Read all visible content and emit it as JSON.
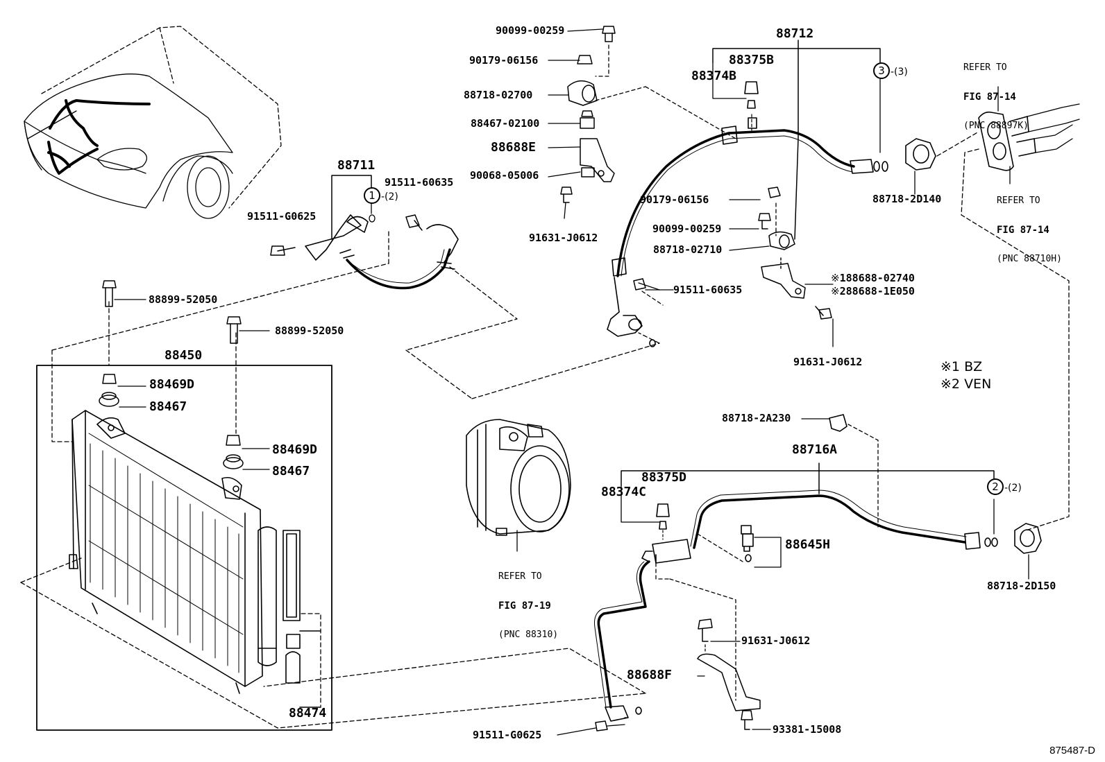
{
  "diagram": {
    "figure_id": "875487-D",
    "parts": {
      "p90099_top": "90099-00259",
      "p90179_top": "90179-06156",
      "p88718_02700": "88718-02700",
      "p88467_02100": "88467-02100",
      "p88688E": "88688E",
      "p90068": "90068-05006",
      "p91631_a": "91631-J0612",
      "p88711": "88711",
      "p91511_60635_a": "91511-60635",
      "p91511_G0625_a": "91511-G0625",
      "p88899_a": "88899-52050",
      "p88899_b": "88899-52050",
      "p88450": "88450",
      "p88469D_a": "88469D",
      "p88467_a": "88467",
      "p88469D_b": "88469D",
      "p88467_b": "88467",
      "p88474": "88474",
      "p88712": "88712",
      "p88375B": "88375B",
      "p88374B": "88374B",
      "p88718_2D140": "88718-2D140",
      "p90179_mid": "90179-06156",
      "p90099_mid": "90099-00259",
      "p88718_02710": "88718-02710",
      "p91511_60635_b": "91511-60635",
      "p1_88688_02740": "188688-02740",
      "p2_88688_1E050": "288688-1E050",
      "p91631_b": "91631-J0612",
      "p88718_2A230": "88718-2A230",
      "p88716A": "88716A",
      "p88375D": "88375D",
      "p88374C": "88374C",
      "p88645H": "88645H",
      "p88718_2D150": "88718-2D150",
      "p91631_c": "91631-J0612",
      "p88688F": "88688F",
      "p91511_G0625_b": "91511-G0625",
      "p93381": "93381-15008"
    },
    "refs": {
      "ref_87_14a": {
        "l1": "REFER TO",
        "l2": "FIG 87-14",
        "l3": "(PNC 88897K)"
      },
      "ref_87_14b": {
        "l1": "REFER TO",
        "l2": "FIG 87-14",
        "l3": "(PNC 88710H)"
      },
      "ref_87_19": {
        "l1": "REFER TO",
        "l2": "FIG 87-19",
        "l3": "(PNC 88310)"
      }
    },
    "circles": {
      "c1": {
        "num": "1",
        "qty": "-(2)"
      },
      "c2": {
        "num": "2",
        "qty": "-(2)"
      },
      "c3": {
        "num": "3",
        "qty": "-(3)"
      }
    },
    "marks": {
      "m1": "※",
      "m2": "※",
      "n1": "※1",
      "n2": "※2"
    },
    "notes": {
      "n1": "BZ",
      "n2": "VEN"
    }
  }
}
